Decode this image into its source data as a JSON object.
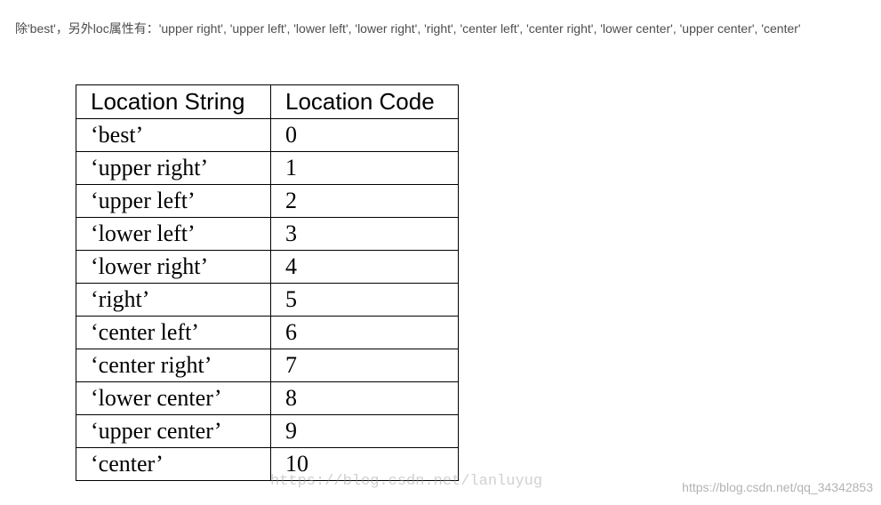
{
  "intro_text": "除'best'，另外loc属性有：'upper right', 'upper left', 'lower left', 'lower right', 'right', 'center left', 'center right', 'lower center', 'upper center', 'center'",
  "table": {
    "headers": [
      "Location String",
      "Location Code"
    ],
    "rows": [
      [
        "‘best’",
        "0"
      ],
      [
        "‘upper right’",
        "1"
      ],
      [
        "‘upper left’",
        "2"
      ],
      [
        "‘lower left’",
        "3"
      ],
      [
        "‘lower right’",
        "4"
      ],
      [
        "‘right’",
        "5"
      ],
      [
        "‘center left’",
        "6"
      ],
      [
        "‘center right’",
        "7"
      ],
      [
        "‘lower center’",
        "8"
      ],
      [
        "‘upper center’",
        "9"
      ],
      [
        "‘center’",
        "10"
      ]
    ]
  },
  "watermarks": {
    "center": "https://blog.csdn.net/lanluyug",
    "corner": "https://blog.csdn.net/qq_34342853"
  }
}
